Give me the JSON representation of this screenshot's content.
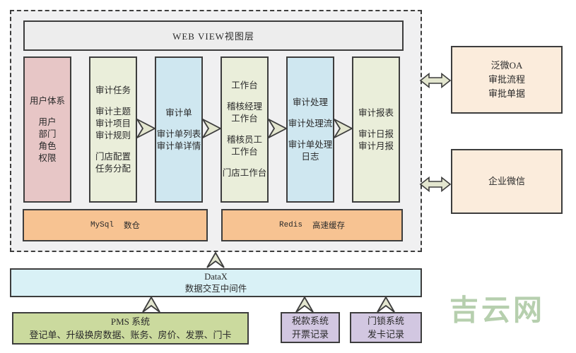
{
  "web_view_layer": "WEB VIEW视图层",
  "modules": [
    {
      "name": "user-system",
      "lines": [
        "用户体系",
        "用户",
        "部门",
        "角色",
        "权限"
      ]
    },
    {
      "name": "audit-task",
      "lines": [
        "审计任务",
        "审计主题",
        "审计项目",
        "审计规则",
        "门店配置",
        "任务分配"
      ]
    },
    {
      "name": "audit-order",
      "lines": [
        "审计单",
        "审计单列表",
        "审计单详情"
      ]
    },
    {
      "name": "workbench",
      "lines": [
        "工作台",
        "稽核经理",
        "工作台",
        "稽核员工",
        "工作台",
        "门店工作台"
      ]
    },
    {
      "name": "audit-process",
      "lines": [
        "审计处理",
        "审计处理流",
        "审计单处理",
        "日志"
      ]
    },
    {
      "name": "audit-report",
      "lines": [
        "审计报表",
        "审计日报",
        "审计月报"
      ]
    }
  ],
  "storage_bars": [
    {
      "name": "MySql",
      "desc": "数仓"
    },
    {
      "name": "Redis",
      "desc": "高速缓存"
    }
  ],
  "external_systems": [
    {
      "name": "fanwei-oa",
      "lines": [
        "泛微OA",
        "审批流程",
        "审批单据"
      ]
    },
    {
      "name": "wecom",
      "lines": [
        "企业微信"
      ]
    }
  ],
  "middleware": {
    "lines": [
      "DataX",
      "数据交互中间件"
    ]
  },
  "source_systems": [
    {
      "name": "pms",
      "lines": [
        "PMS 系统",
        "登记单、升级换房数据、账务、房价、发票、门卡"
      ]
    },
    {
      "name": "tax",
      "lines": [
        "税款系统",
        "开票记录"
      ]
    },
    {
      "name": "lock",
      "lines": [
        "门锁系统",
        "发卡记录"
      ]
    }
  ],
  "watermark": "吉云网",
  "colors": {
    "pink": "#e7c6c6",
    "green": "#eaeeda",
    "blue": "#cfe7f0",
    "orange": "#f7c392",
    "peach": "#fbecdc",
    "datax_blue": "#d9f1f6",
    "pms_green": "#cbda9e",
    "purple": "#d2c7e1",
    "arrow_fill": "#e3e6cf",
    "watermark_green": "#b6cfae",
    "container_bg": "#f0f0f1",
    "border": "#3d3d3d"
  }
}
